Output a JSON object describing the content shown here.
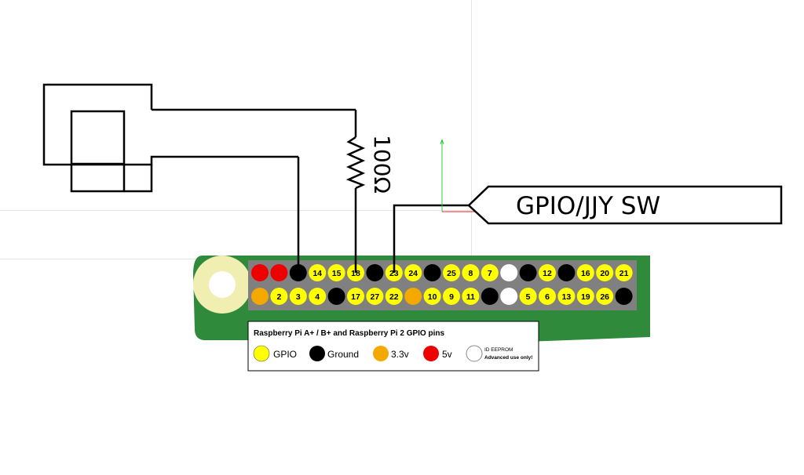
{
  "diagram": {
    "resistor_label": "100Ω",
    "signal_label": "GPIO/JJY SW"
  },
  "legend": {
    "title": "Raspberry Pi A+ / B+ and Raspberry Pi 2 GPIO pins",
    "items": [
      {
        "label": "GPIO",
        "color": "#ffff00"
      },
      {
        "label": "Ground",
        "color": "#000000"
      },
      {
        "label": "3.3v",
        "color": "#f4a900"
      },
      {
        "label": "5v",
        "color": "#ee0000"
      }
    ],
    "eeprom_line1": "ID EEPROM",
    "eeprom_line2": "Advanced use only!"
  },
  "header": {
    "top_row": [
      {
        "type": "5v",
        "label": ""
      },
      {
        "type": "5v",
        "label": ""
      },
      {
        "type": "ground",
        "label": ""
      },
      {
        "type": "gpio",
        "label": "14"
      },
      {
        "type": "gpio",
        "label": "15"
      },
      {
        "type": "gpio",
        "label": "18"
      },
      {
        "type": "ground",
        "label": ""
      },
      {
        "type": "gpio",
        "label": "23"
      },
      {
        "type": "gpio",
        "label": "24"
      },
      {
        "type": "ground",
        "label": ""
      },
      {
        "type": "gpio",
        "label": "25"
      },
      {
        "type": "gpio",
        "label": "8"
      },
      {
        "type": "gpio",
        "label": "7"
      },
      {
        "type": "eeprom",
        "label": ""
      },
      {
        "type": "ground",
        "label": ""
      },
      {
        "type": "gpio",
        "label": "12"
      },
      {
        "type": "ground",
        "label": ""
      },
      {
        "type": "gpio",
        "label": "16"
      },
      {
        "type": "gpio",
        "label": "20"
      },
      {
        "type": "gpio",
        "label": "21"
      }
    ],
    "bottom_row": [
      {
        "type": "3v3",
        "label": ""
      },
      {
        "type": "gpio",
        "label": "2"
      },
      {
        "type": "gpio",
        "label": "3"
      },
      {
        "type": "gpio",
        "label": "4"
      },
      {
        "type": "ground",
        "label": ""
      },
      {
        "type": "gpio",
        "label": "17"
      },
      {
        "type": "gpio",
        "label": "27"
      },
      {
        "type": "gpio",
        "label": "22"
      },
      {
        "type": "3v3",
        "label": ""
      },
      {
        "type": "gpio",
        "label": "10"
      },
      {
        "type": "gpio",
        "label": "9"
      },
      {
        "type": "gpio",
        "label": "11"
      },
      {
        "type": "ground",
        "label": ""
      },
      {
        "type": "eeprom",
        "label": ""
      },
      {
        "type": "gpio",
        "label": "5"
      },
      {
        "type": "gpio",
        "label": "6"
      },
      {
        "type": "gpio",
        "label": "13"
      },
      {
        "type": "gpio",
        "label": "19"
      },
      {
        "type": "gpio",
        "label": "26"
      },
      {
        "type": "ground",
        "label": ""
      }
    ]
  },
  "colors": {
    "board": "#2f8a3c",
    "header": "#808080",
    "mount_hole_outer": "#f0eeb0",
    "mount_hole_inner": "#ffffff",
    "gpio": "#ffff00",
    "ground": "#000000",
    "3v3": "#f4a900",
    "5v": "#ee0000",
    "eeprom": "#ffffff"
  }
}
